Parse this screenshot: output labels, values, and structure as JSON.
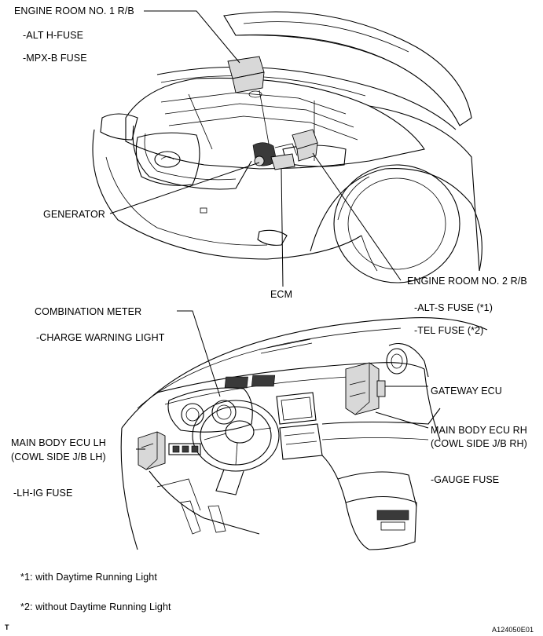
{
  "top_view": {
    "engine_room_1": "ENGINE ROOM NO. 1 R/B",
    "alt_h_fuse": "-ALT H-FUSE",
    "mpx_b_fuse": "-MPX-B FUSE",
    "generator": "GENERATOR",
    "ecm": "ECM",
    "engine_room_2": "ENGINE ROOM NO. 2 R/B"
  },
  "bottom_view": {
    "combination_meter": "COMBINATION METER",
    "charge_warning_light": "-CHARGE WARNING LIGHT",
    "alt_s_fuse": "-ALT-S FUSE (*1)",
    "tel_fuse": "-TEL FUSE (*2)",
    "gateway_ecu": "GATEWAY ECU",
    "main_body_ecu_lh_1": "MAIN BODY ECU LH",
    "main_body_ecu_lh_2": "(COWL SIDE J/B LH)",
    "main_body_ecu_rh_1": "MAIN BODY ECU RH",
    "main_body_ecu_rh_2": "(COWL SIDE J/B RH)",
    "gauge_fuse": "-GAUGE FUSE",
    "lh_ig_fuse": "-LH-IG FUSE"
  },
  "notes": {
    "note1": "*1: with Daytime Running Light",
    "note2": "*2: without Daytime Running Light"
  },
  "footer": {
    "left_mark": "T",
    "figure_id": "A124050E01"
  }
}
